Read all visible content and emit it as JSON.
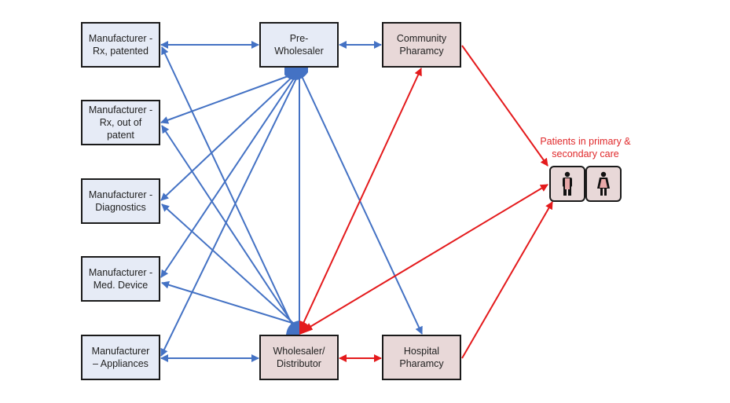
{
  "colors": {
    "supply_edge": "#4472c4",
    "patient_edge": "#e41a1c",
    "manufacturer_fill": "#e6ebf6",
    "pharmacy_fill": "#e8d8d8",
    "label_red": "#e0282a"
  },
  "nodes": {
    "mfr_patented": {
      "label": "Manufacturer -\nRx, patented",
      "type": "manufacturer"
    },
    "mfr_off_patent": {
      "label": "Manufacturer -\nRx, out of\npatent",
      "type": "manufacturer"
    },
    "mfr_diagnostics": {
      "label": "Manufacturer -\nDiagnostics",
      "type": "manufacturer"
    },
    "mfr_med_device": {
      "label": "Manufacturer -\nMed. Device",
      "type": "manufacturer"
    },
    "mfr_appliances": {
      "label": "Manufacturer\n– Appliances",
      "type": "manufacturer"
    },
    "pre_wholesaler": {
      "label": "Pre-\nWholesaler",
      "type": "manufacturer"
    },
    "wholesaler": {
      "label": "Wholesaler/\nDistributor",
      "type": "pharmacy"
    },
    "community_pharmacy": {
      "label": "Community\nPharamcy",
      "type": "pharmacy"
    },
    "hospital_pharmacy": {
      "label": "Hospital\nPharamcy",
      "type": "pharmacy"
    }
  },
  "patients": {
    "label": "Patients in primary &\nsecondary care",
    "icons": [
      "male-person-icon",
      "female-person-icon"
    ]
  },
  "edges": [
    {
      "from": "mfr_patented",
      "to": "pre_wholesaler",
      "color": "blue",
      "direction": "both"
    },
    {
      "from": "pre_wholesaler",
      "to": "community_pharmacy",
      "color": "blue",
      "direction": "both"
    },
    {
      "from": "mfr_appliances",
      "to": "wholesaler",
      "color": "blue",
      "direction": "both"
    },
    {
      "from": "wholesaler",
      "to": "hospital_pharmacy",
      "color": "red",
      "direction": "both"
    },
    {
      "from": "pre_wholesaler",
      "to": "mfr_off_patent",
      "color": "blue",
      "direction": "forward"
    },
    {
      "from": "pre_wholesaler",
      "to": "mfr_diagnostics",
      "color": "blue",
      "direction": "forward"
    },
    {
      "from": "pre_wholesaler",
      "to": "mfr_med_device",
      "color": "blue",
      "direction": "forward"
    },
    {
      "from": "pre_wholesaler",
      "to": "mfr_appliances",
      "color": "blue",
      "direction": "forward"
    },
    {
      "from": "pre_wholesaler",
      "to": "wholesaler",
      "color": "blue",
      "direction": "none"
    },
    {
      "from": "pre_wholesaler",
      "to": "hospital_pharmacy",
      "color": "blue",
      "direction": "forward"
    },
    {
      "from": "wholesaler",
      "to": "mfr_patented",
      "color": "blue",
      "direction": "forward"
    },
    {
      "from": "wholesaler",
      "to": "mfr_off_patent",
      "color": "blue",
      "direction": "forward"
    },
    {
      "from": "wholesaler",
      "to": "mfr_diagnostics",
      "color": "blue",
      "direction": "forward"
    },
    {
      "from": "wholesaler",
      "to": "mfr_med_device",
      "color": "blue",
      "direction": "forward"
    },
    {
      "from": "wholesaler",
      "to": "community_pharmacy",
      "color": "red",
      "direction": "forward"
    },
    {
      "from": "wholesaler",
      "to": "patients",
      "color": "red",
      "direction": "both"
    },
    {
      "from": "community_pharmacy",
      "to": "patients",
      "color": "red",
      "direction": "forward"
    },
    {
      "from": "hospital_pharmacy",
      "to": "patients",
      "color": "red",
      "direction": "forward"
    }
  ]
}
